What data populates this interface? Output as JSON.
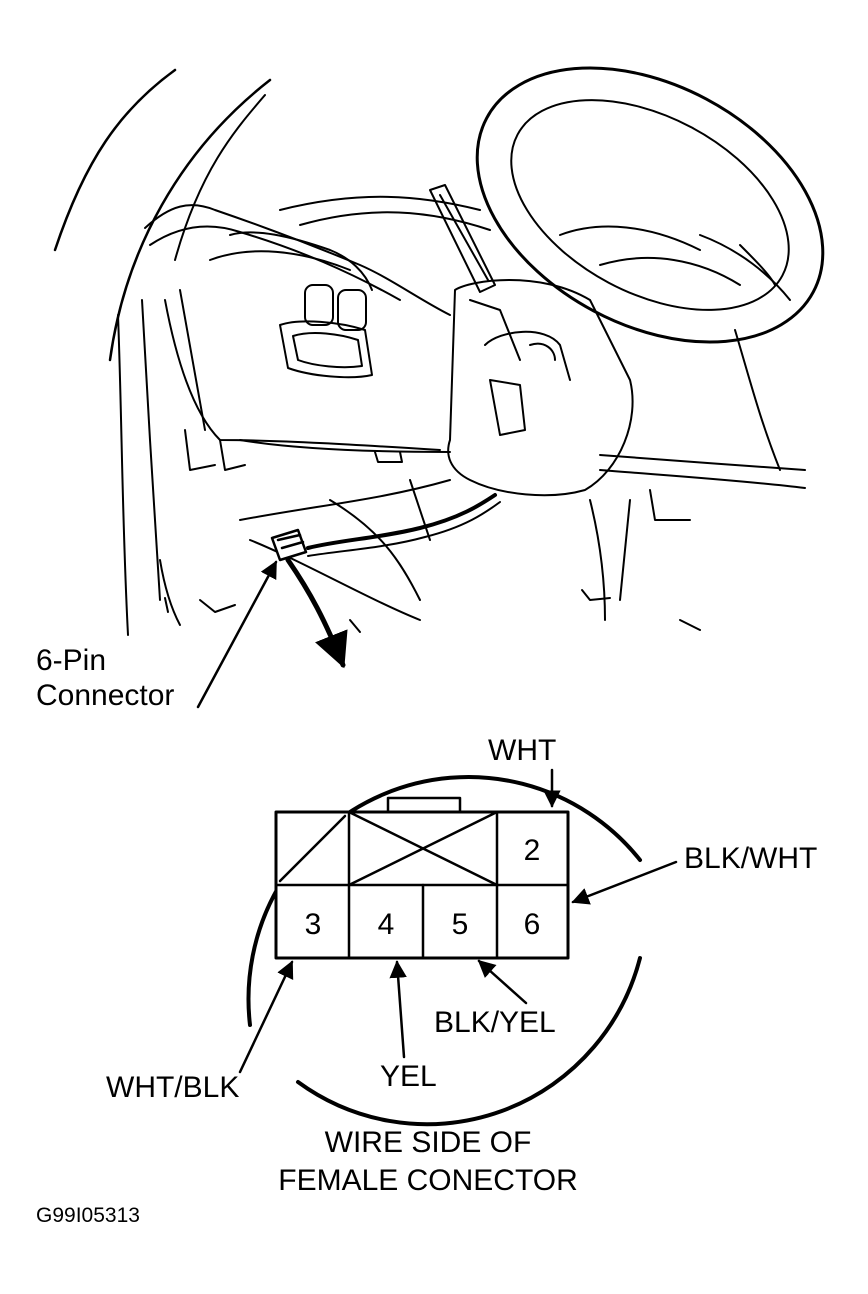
{
  "callout": {
    "connector_label_line1": "6-Pin",
    "connector_label_line2": "Connector"
  },
  "wires": {
    "wht": "WHT",
    "blk_wht": "BLK/WHT",
    "blk_yel": "BLK/YEL",
    "yel": "YEL",
    "wht_blk": "WHT/BLK"
  },
  "connector": {
    "pins": {
      "p2": "2",
      "p3": "3",
      "p4": "4",
      "p5": "5",
      "p6": "6"
    },
    "empty_cavities": 2
  },
  "caption": {
    "line1": "WIRE SIDE OF",
    "line2": "FEMALE CONECTOR"
  },
  "figure_id": "G99I05313"
}
